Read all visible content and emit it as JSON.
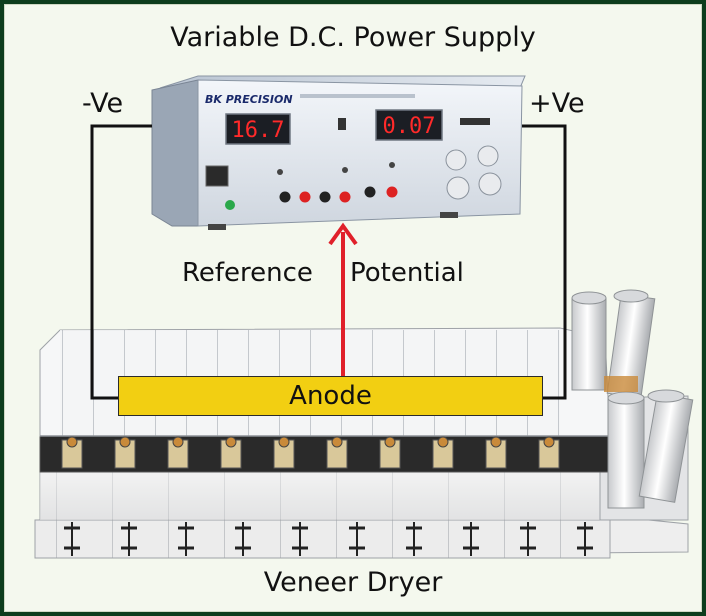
{
  "diagram": {
    "title": "Variable D.C. Power Supply",
    "negative_terminal": "-Ve",
    "positive_terminal": "+Ve",
    "reference_label_left": "Reference",
    "reference_label_right": "Potential",
    "anode_label": "Anode",
    "bottom_label": "Veneer Dryer",
    "power_supply": {
      "brand": "BK PRECISION",
      "voltage_display": "16.7",
      "current_display": "0.07"
    },
    "colors": {
      "anode": "#f2cf12",
      "arrow": "#e0202a",
      "background": "#f4f8ee",
      "border": "#0d3d1d",
      "display_digits": "#ff2a2a"
    }
  }
}
